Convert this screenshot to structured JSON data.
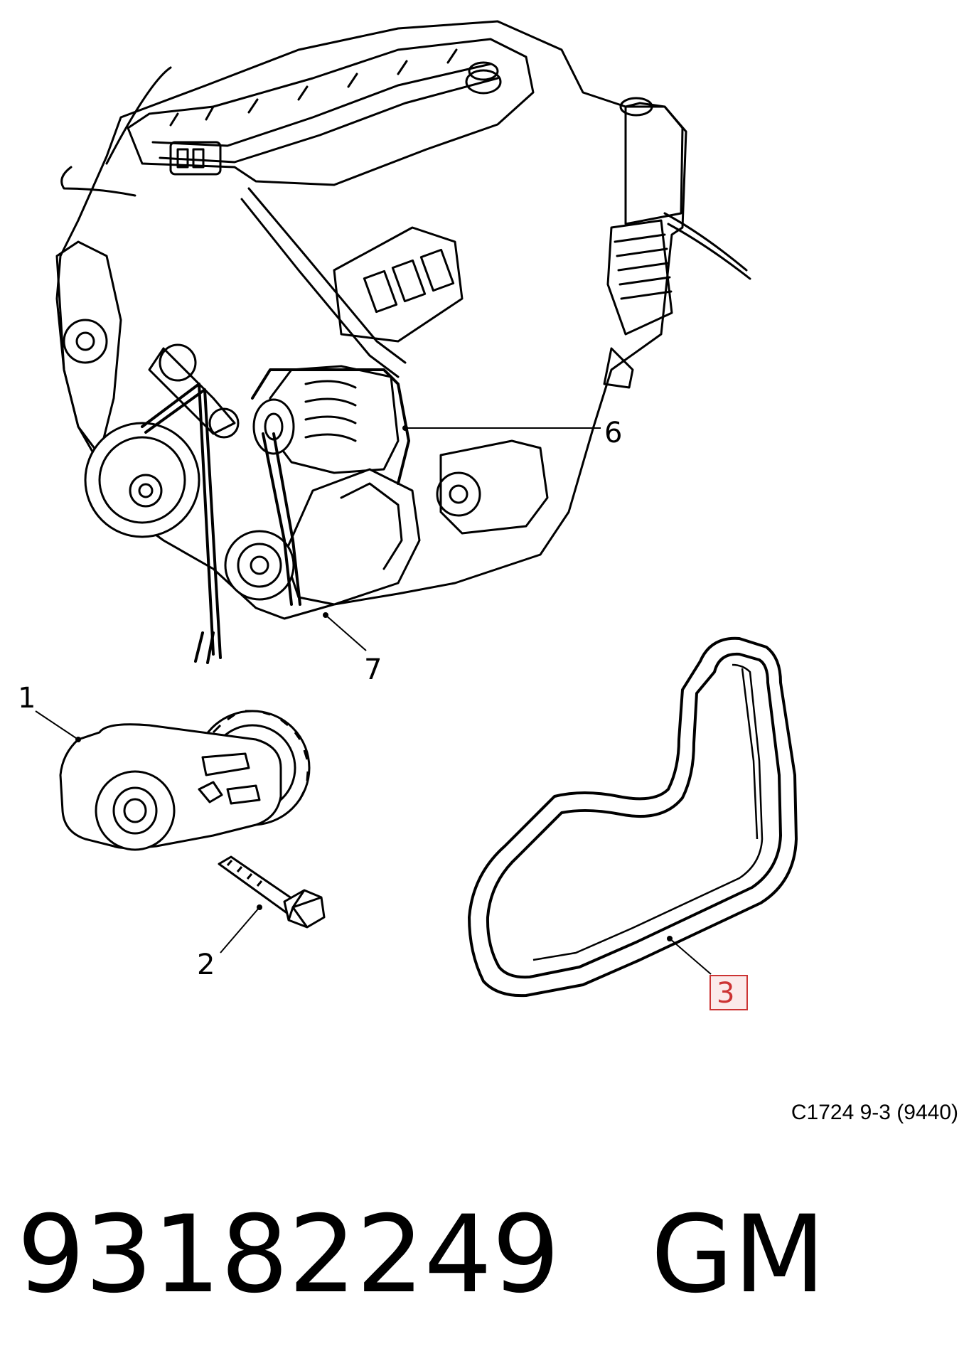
{
  "diagram": {
    "callouts": [
      "1",
      "2",
      "3",
      "6",
      "7"
    ],
    "highlighted_callout": "3",
    "highlight_color": "#cc3333",
    "reference_code": "C1724 9-3 (9440)"
  },
  "part": {
    "number": "93182249",
    "brand": "GM"
  }
}
